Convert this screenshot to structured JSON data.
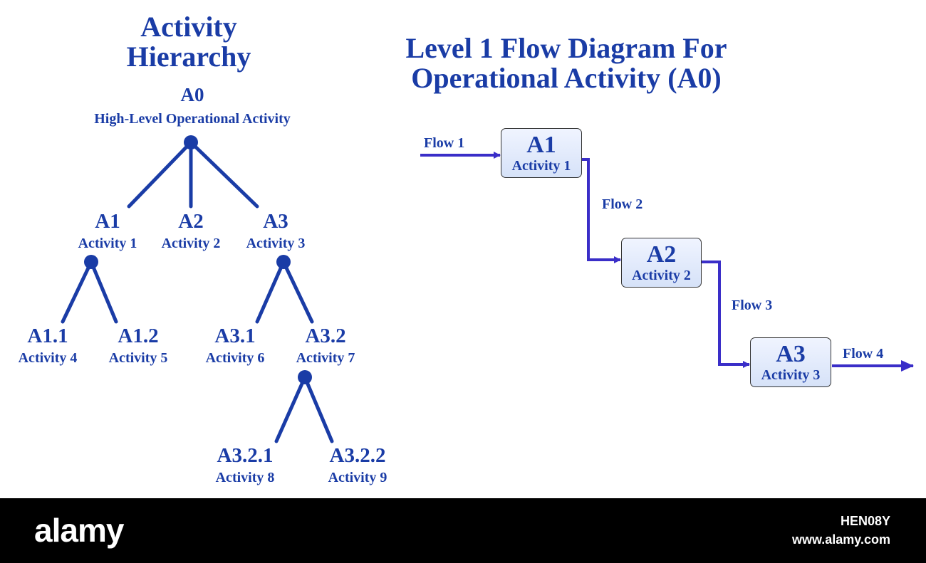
{
  "colors": {
    "text": "#1a3ca6",
    "tree_line": "#1a3ca6",
    "flow_arrow": "#3a2ec8",
    "box_border": "#333333"
  },
  "hierarchy": {
    "title_line1": "Activity",
    "title_line2": "Hierarchy",
    "nodes": {
      "a0": {
        "code": "A0",
        "name": "High-Level Operational Activity"
      },
      "a1": {
        "code": "A1",
        "name": "Activity 1"
      },
      "a2": {
        "code": "A2",
        "name": "Activity 2"
      },
      "a3": {
        "code": "A3",
        "name": "Activity 3"
      },
      "a11": {
        "code": "A1.1",
        "name": "Activity 4"
      },
      "a12": {
        "code": "A1.2",
        "name": "Activity 5"
      },
      "a31": {
        "code": "A3.1",
        "name": "Activity 6"
      },
      "a32": {
        "code": "A3.2",
        "name": "Activity 7"
      },
      "a321": {
        "code": "A3.2.1",
        "name": "Activity 8"
      },
      "a322": {
        "code": "A3.2.2",
        "name": "Activity 9"
      }
    }
  },
  "flow_diagram": {
    "title_line1": "Level 1 Flow Diagram For",
    "title_line2": "Operational Activity (A0)",
    "boxes": {
      "a1": {
        "code": "A1",
        "name": "Activity 1"
      },
      "a2": {
        "code": "A2",
        "name": "Activity 2"
      },
      "a3": {
        "code": "A3",
        "name": "Activity 3"
      }
    },
    "flows": {
      "f1": "Flow 1",
      "f2": "Flow 2",
      "f3": "Flow 3",
      "f4": "Flow 4"
    }
  },
  "footer": {
    "logo": "alamy",
    "image_id": "HEN08Y",
    "site": "www.alamy.com"
  }
}
